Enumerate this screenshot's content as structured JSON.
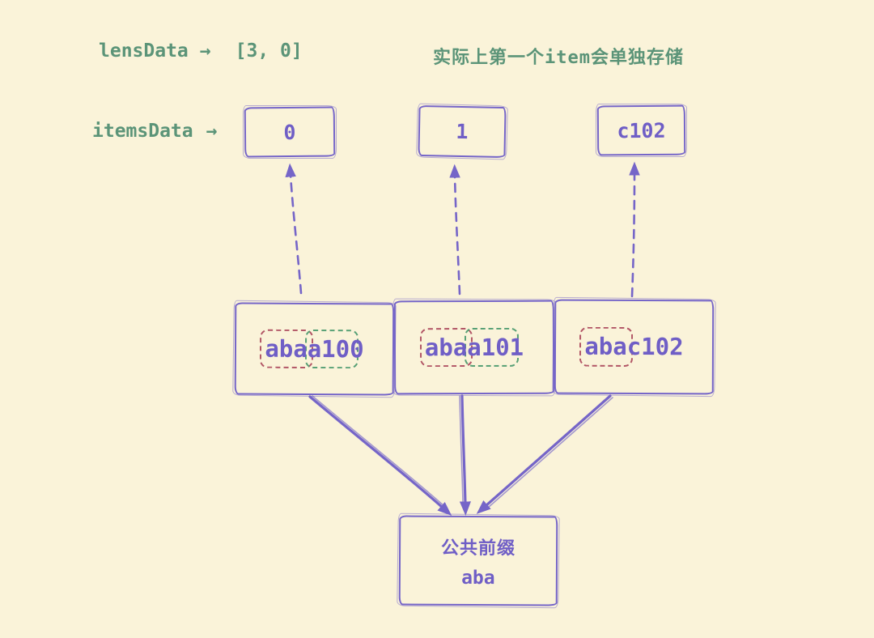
{
  "colors": {
    "background": "#faf3d9",
    "stroke_purple": "#7565c8",
    "text_purple": "#6f5ec6",
    "text_green": "#5b9478",
    "dashed_red": "#b25666",
    "dashed_green": "#57a075"
  },
  "top": {
    "lens_label": "lensData",
    "arrow_glyph": "→",
    "lens_value": "[3, 0]",
    "note": "实际上第一个item会单独存储"
  },
  "items_row": {
    "label": "itemsData",
    "arrow_glyph": "→"
  },
  "index_boxes": [
    {
      "value": "0"
    },
    {
      "value": "1"
    },
    {
      "value": "c102"
    }
  ],
  "item_boxes": [
    {
      "text": "abaa100"
    },
    {
      "text": "abaa101"
    },
    {
      "text": "abac102"
    }
  ],
  "result_box": {
    "title": "公共前缀",
    "value": "aba"
  }
}
